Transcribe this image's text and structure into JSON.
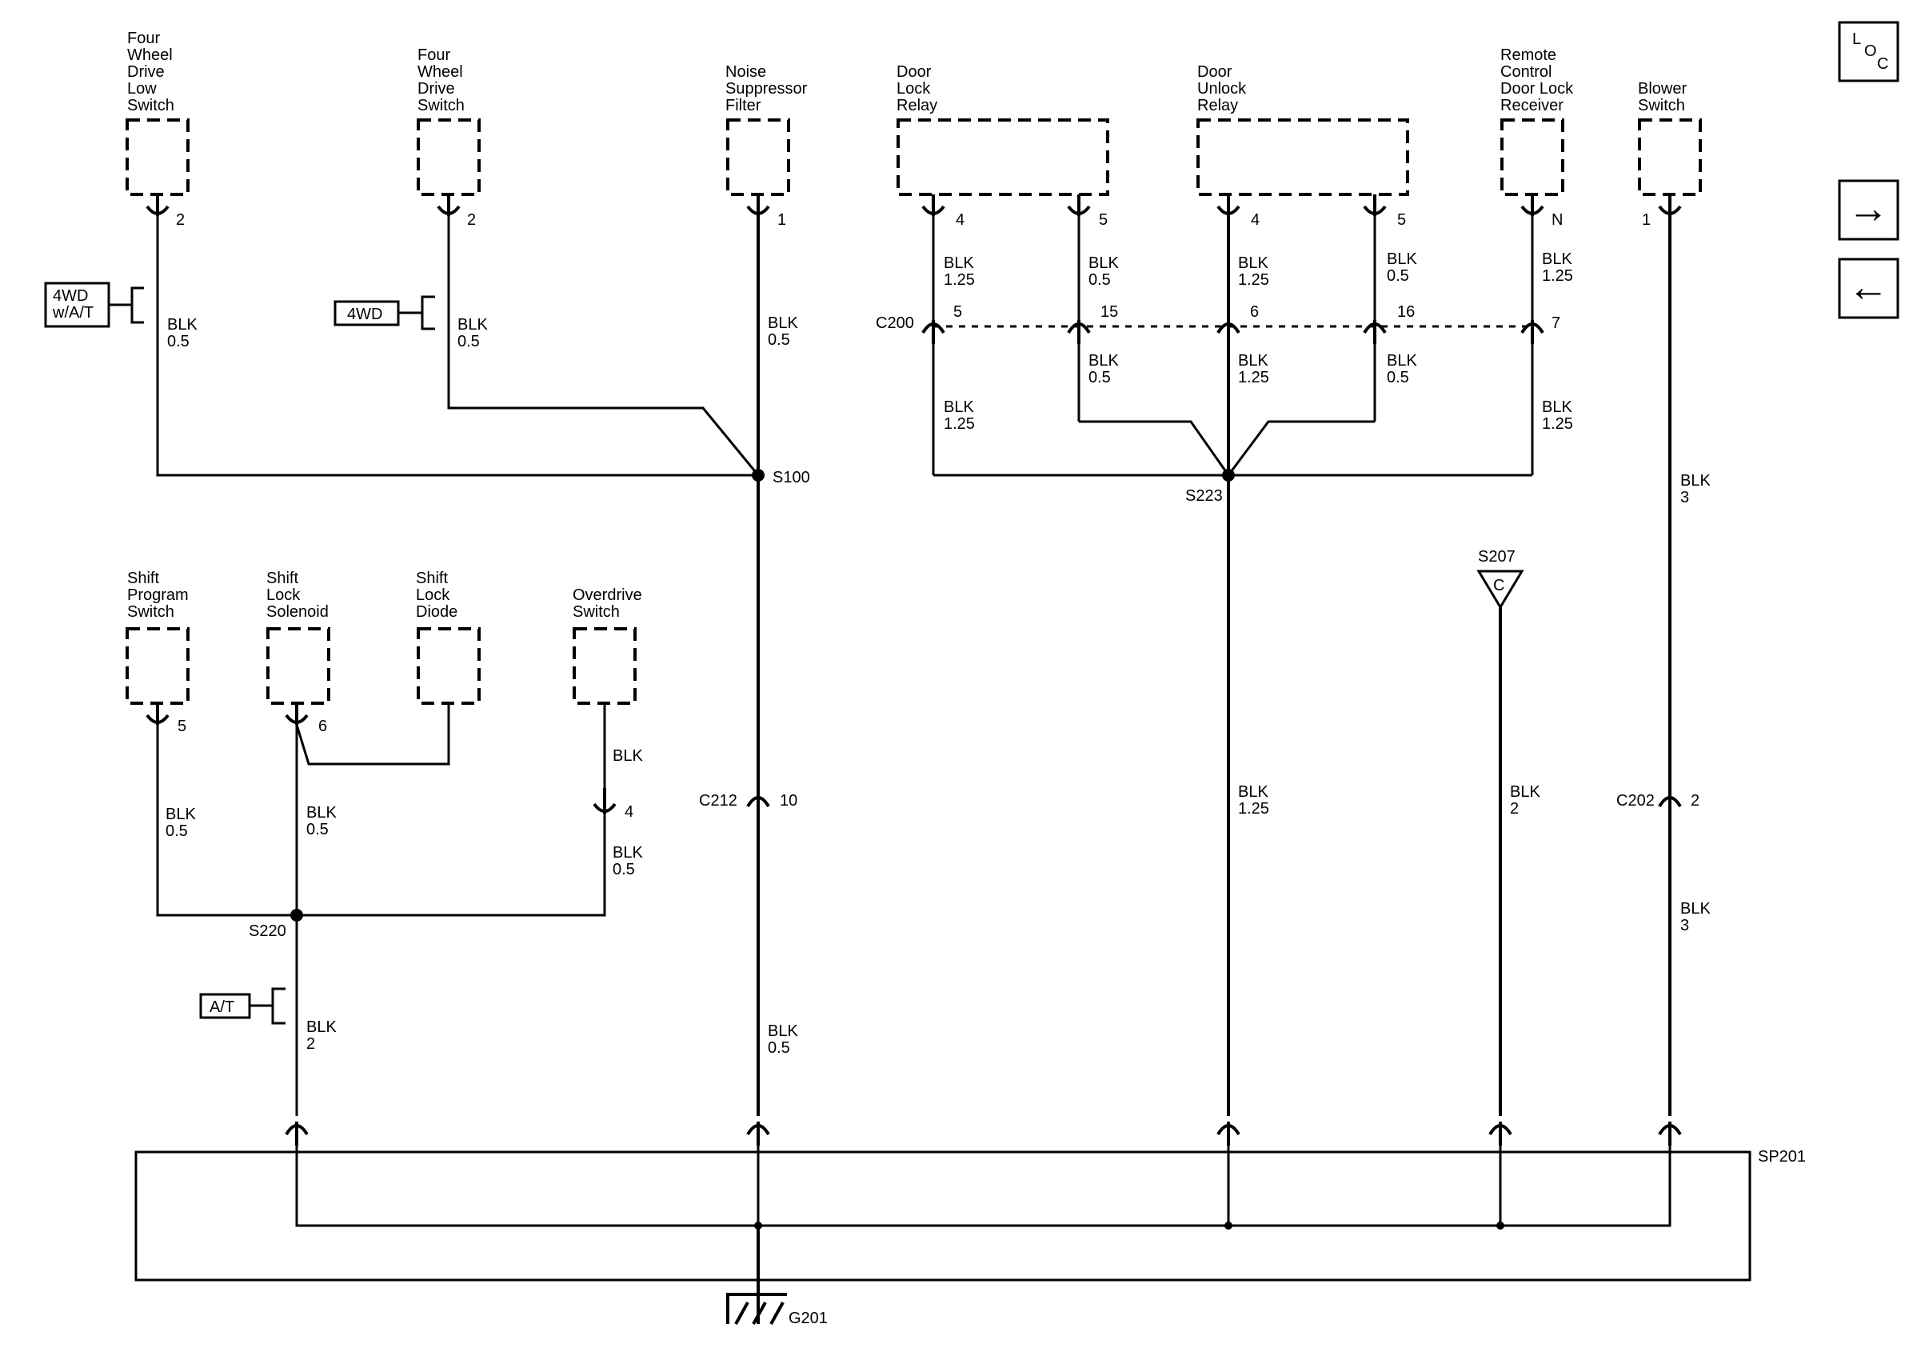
{
  "components": {
    "fwd_low_switch": "Four\nWheel\nDrive\nLow\nSwitch",
    "fwd_switch": "Four\nWheel\nDrive\nSwitch",
    "noise_filter": "Noise\nSuppressor\nFilter",
    "door_lock_relay": "Door\nLock\nRelay",
    "door_unlock_relay": "Door\nUnlock\nRelay",
    "remote_receiver": "Remote\nControl\nDoor Lock\nReceiver",
    "blower_switch": "Blower\nSwitch",
    "shift_program_switch": "Shift\nProgram\nSwitch",
    "shift_lock_solenoid": "Shift\nLock\nSolenoid",
    "shift_lock_diode": "Shift\nLock\nDiode",
    "overdrive_switch": "Overdrive\nSwitch"
  },
  "pins": {
    "fwd_low": "2",
    "fwd": "2",
    "noise": "1",
    "lock_a": "4",
    "lock_b": "5",
    "unlock_a": "4",
    "unlock_b": "5",
    "remote": "N",
    "blower": "1",
    "shift_prog": "5",
    "shift_sol": "6",
    "overdrive": "4"
  },
  "options": {
    "fwd_wat": "4WD\nw/A/T",
    "fwd": "4WD",
    "at": "A/T"
  },
  "wires": {
    "w1": "BLK\n0.5",
    "w2": "BLK\n0.5",
    "w3": "BLK\n0.5",
    "w4": "BLK\n1.25",
    "w5": "BLK\n0.5",
    "w6": "BLK\n1.25",
    "w7": "BLK\n0.5",
    "w8": "BLK\n1.25",
    "w9": "BLK\n1.25",
    "w10": "BLK\n0.5",
    "w11": "BLK\n1.25",
    "w12": "BLK\n0.5",
    "w13": "BLK\n1.25",
    "w14": "BLK\n3",
    "w15": "BLK\n0.5",
    "w16": "BLK\n0.5",
    "w17": "BLK",
    "w18": "BLK\n0.5",
    "w19": "BLK\n2",
    "w20": "BLK\n0.5",
    "w21": "BLK\n1.25",
    "w22": "BLK\n2",
    "w23": "BLK\n3"
  },
  "connectors": {
    "c200": "C200",
    "c200_pins": [
      "5",
      "15",
      "6",
      "16",
      "7"
    ],
    "c212": "C212",
    "c212_pin": "10",
    "c202": "C202",
    "c202_pin": "2"
  },
  "splices": {
    "s100": "S100",
    "s223": "S223",
    "s220": "S220",
    "s207": "S207",
    "s207_letter": "C",
    "sp201": "SP201"
  },
  "ground": "G201",
  "nav": {
    "loc_l": "L",
    "loc_o": "O",
    "loc_c": "C",
    "next": "→",
    "prev": "←"
  }
}
